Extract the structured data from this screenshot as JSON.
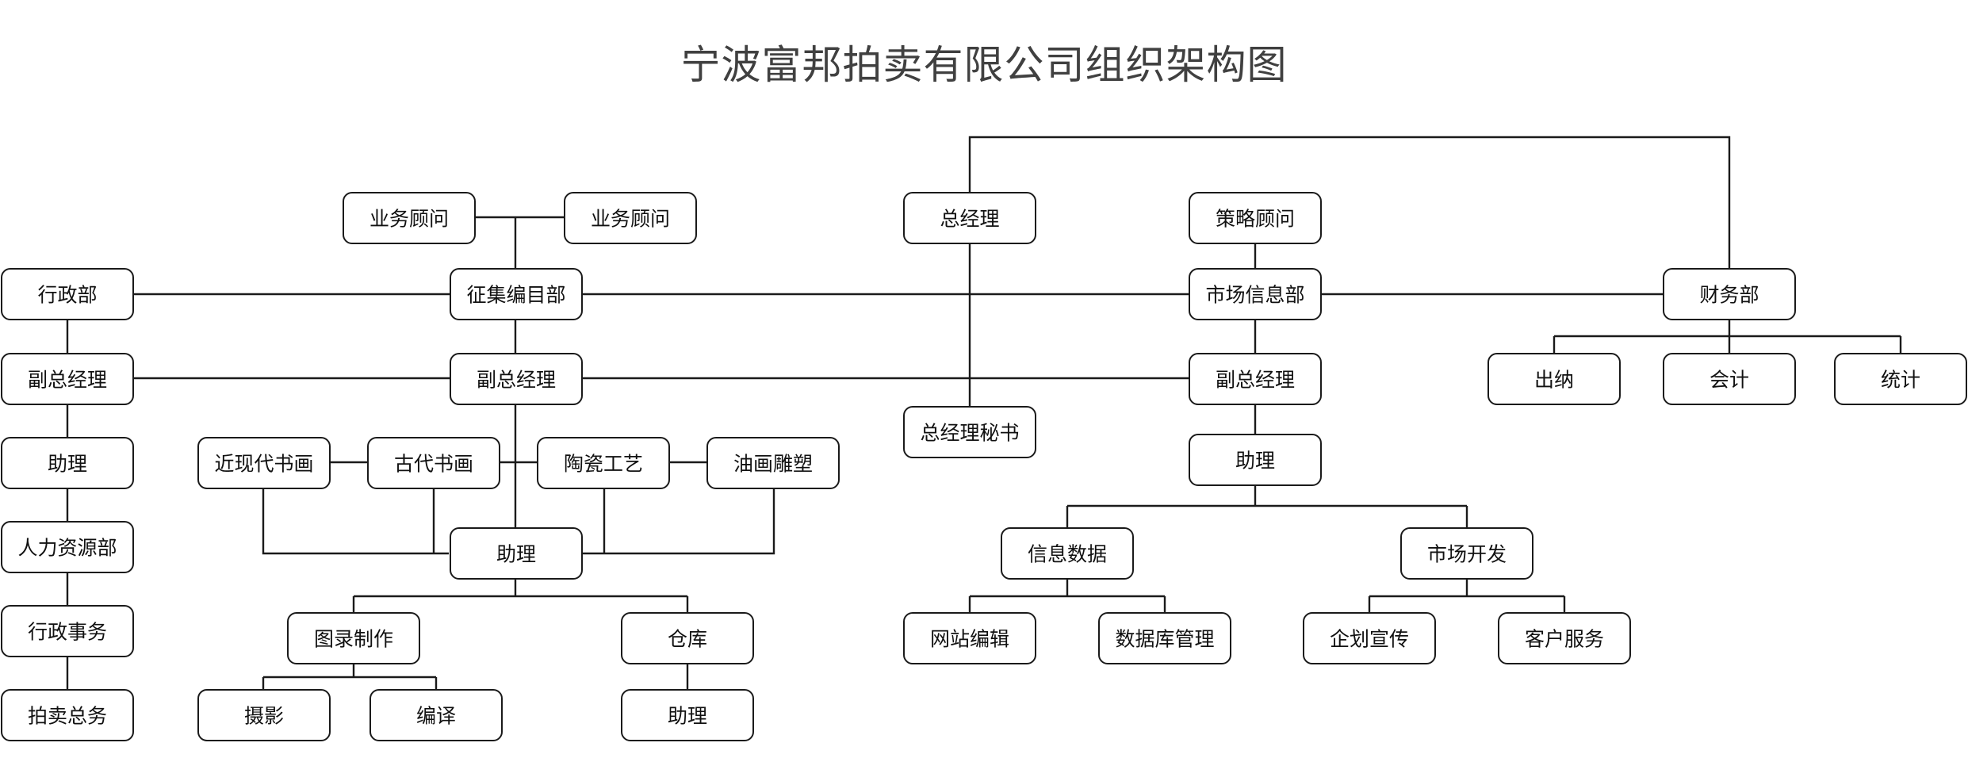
{
  "title": "宁波富邦拍卖有限公司组织架构图",
  "nodes": {
    "biz_consultant_1": "业务顾问",
    "biz_consultant_2": "业务顾问",
    "general_manager": "总经理",
    "strategy_consultant": "策略顾问",
    "admin_dept": "行政部",
    "collection_catalog_dept": "征集编目部",
    "market_info_dept": "市场信息部",
    "finance_dept": "财务部",
    "admin_deputy_gm": "副总经理",
    "collection_deputy_gm": "副总经理",
    "market_deputy_gm": "副总经理",
    "cashier": "出纳",
    "accounting": "会计",
    "statistics": "统计",
    "gm_secretary": "总经理秘书",
    "admin_assistant": "助理",
    "modern_painting": "近现代书画",
    "ancient_painting": "古代书画",
    "ceramics": "陶瓷工艺",
    "oil_sculpture": "油画雕塑",
    "market_assistant": "助理",
    "hr_dept": "人力资源部",
    "collection_assistant": "助理",
    "info_data": "信息数据",
    "market_dev": "市场开发",
    "admin_affairs": "行政事务",
    "catalog_production": "图录制作",
    "warehouse": "仓库",
    "website_edit": "网站编辑",
    "database_mgmt": "数据库管理",
    "planning_promo": "企划宣传",
    "customer_service": "客户服务",
    "auction_affairs": "拍卖总务",
    "photography": "摄影",
    "translation": "编译",
    "warehouse_assistant": "助理"
  }
}
